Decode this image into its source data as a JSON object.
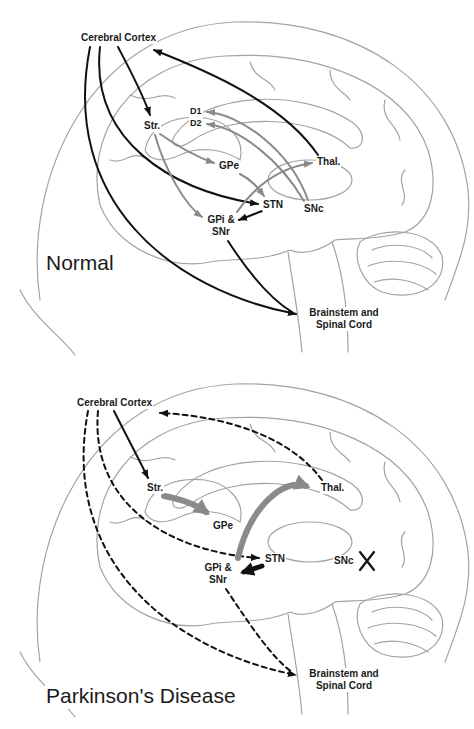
{
  "diagram": {
    "labels": [
      "Cerebral Cortex",
      "Str.",
      "D1",
      "D2",
      "GPe",
      "Thal.",
      "GPi & SNr",
      "STN",
      "SNc",
      "Brainstem and Spinal Cord",
      "Normal",
      "Cerebral Cortex",
      "Str.",
      "GPe",
      "Thal.",
      "GPi & SNr",
      "STN",
      "SNc",
      "Brainstem and Spinal Cord",
      "Parkinson's Disease"
    ]
  }
}
